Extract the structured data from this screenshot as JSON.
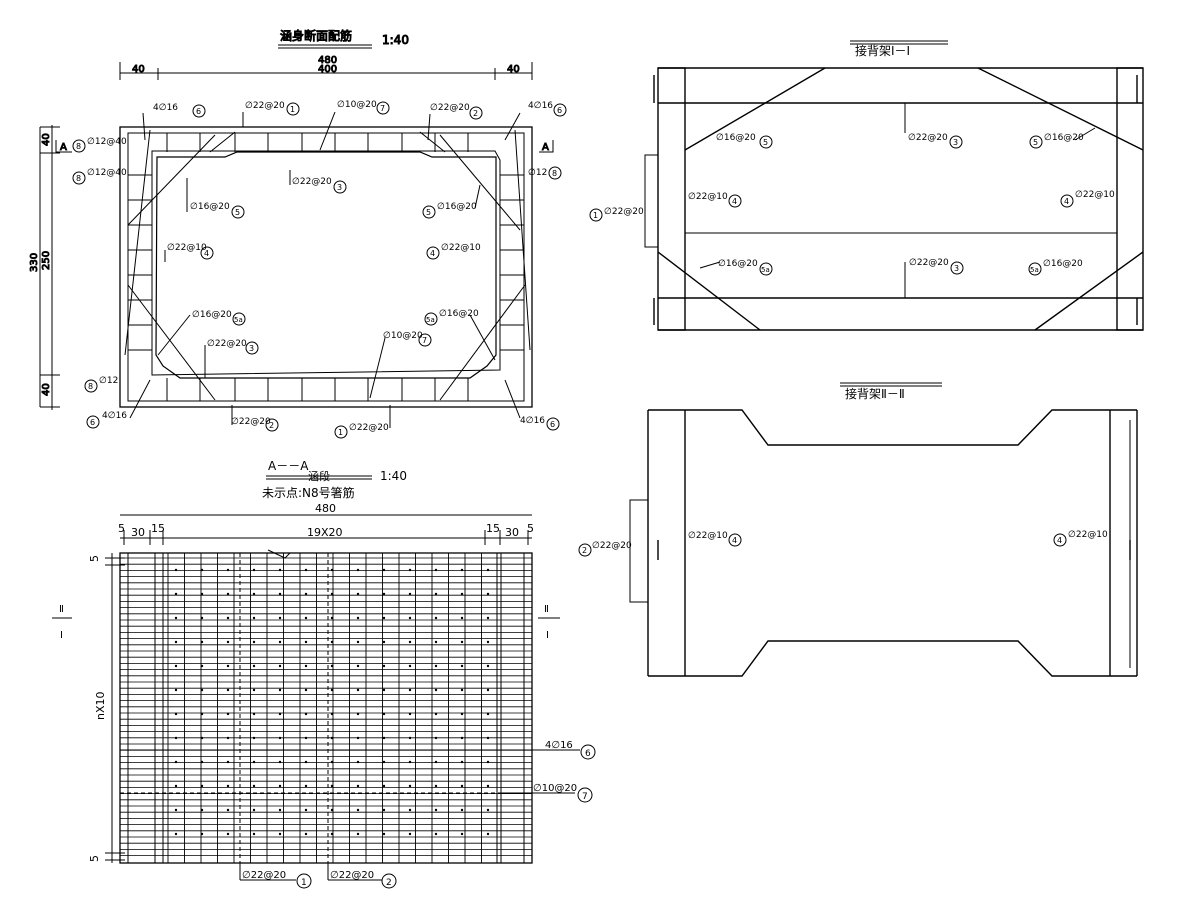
{
  "views": {
    "section": {
      "title": "涵身断面配筋",
      "scale": "1:40",
      "dims": {
        "overall": "480",
        "inner": "400",
        "left_wall": "40",
        "right_wall": "40",
        "height_total": "330",
        "height_inner": "250",
        "top_slab": "40",
        "bottom_slab": "40"
      },
      "cut_marks": [
        "A",
        "A"
      ],
      "labels": {
        "top_corner_left": "4∅16",
        "top_corner_right": "4∅16",
        "bar1_top": "∅22@20",
        "bar7_top": "∅10@20",
        "bar2_top": "∅22@20",
        "bar8_left_a": "∅12@40",
        "bar8_left_b": "∅12@40",
        "bar8_right": "∅12",
        "bar3_top": "∅22@20",
        "bar5_left": "∅16@20",
        "bar5_right": "∅16@20",
        "bar4_left": "∅22@10",
        "bar4_right": "∅22@10",
        "bar5a_left": "∅16@20",
        "bar5a_right": "∅16@20",
        "bar3_bottom": "∅22@20",
        "bar7_bottom": "∅10@20",
        "bar8_bottom": "∅12",
        "bot_corner_left": "4∅16",
        "bot_corner_right": "4∅16",
        "bar2_bottom": "∅22@20",
        "bar1_bottom": "∅22@20"
      },
      "circles": {
        "c1": "1",
        "c2": "2",
        "c3": "3",
        "c4": "4",
        "c5": "5",
        "c5a": "5a",
        "c6": "6",
        "c7": "7",
        "c8": "8"
      }
    },
    "frame1": {
      "title": "接背架Ⅰ－Ⅰ",
      "labels": {
        "bar5_left": "∅16@20",
        "bar3_top": "∅22@20",
        "bar5_right": "∅16@20",
        "bar1": "∅22@20",
        "bar4_left": "∅22@10",
        "bar4_right": "∅22@10",
        "bar5a_left": "∅16@20",
        "bar3_bottom": "∅22@20",
        "bar5a_right": "∅16@20"
      }
    },
    "frame2": {
      "title": "接背架Ⅱ－Ⅱ",
      "labels": {
        "bar2": "∅22@20",
        "bar4_left": "∅22@10",
        "bar4_right": "∅22@10"
      }
    },
    "plan": {
      "title": "A－－A",
      "title_suffix": "涵段",
      "scale": "1:40",
      "note": "未示点:N8号箸筋",
      "dims": {
        "overall": "480",
        "d5_left": "5",
        "d30_left": "30",
        "d15_left": "15",
        "middle": "19X20",
        "d15_right": "15",
        "d30_right": "30",
        "d5_right": "5",
        "v_top": "5",
        "v_mid": "nX10",
        "v_bottom": "5"
      },
      "cut_marks": {
        "left_top": "Ⅱ",
        "left_bottom": "Ⅰ",
        "right_top": "Ⅱ",
        "right_bottom": "Ⅰ"
      },
      "labels": {
        "bar6": "4∅16",
        "bar7": "∅10@20",
        "bar1": "∅22@20",
        "bar2": "∅22@20"
      }
    }
  }
}
